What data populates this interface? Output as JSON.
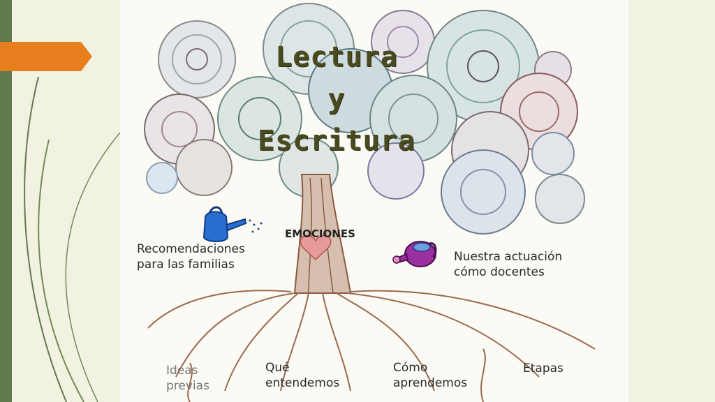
{
  "title": {
    "line1": "Lectura",
    "line2": "y",
    "line3": "Escritura"
  },
  "center_label": "EMOCIONES",
  "branches": {
    "left": "Recomendaciones para las familias",
    "right": "Nuestra actuación cómo docentes"
  },
  "roots": {
    "r1": "Ideas previas",
    "r2": "Qué entendemos",
    "r3": "Cómo aprendemos",
    "r4": "Etapas"
  },
  "icons": {
    "blue_can": "watering-can-icon",
    "purple_can": "watering-can-icon"
  },
  "colors": {
    "accent_orange": "#e87f1e",
    "left_bar": "#5f7a4a",
    "title": "#4a4a20"
  }
}
